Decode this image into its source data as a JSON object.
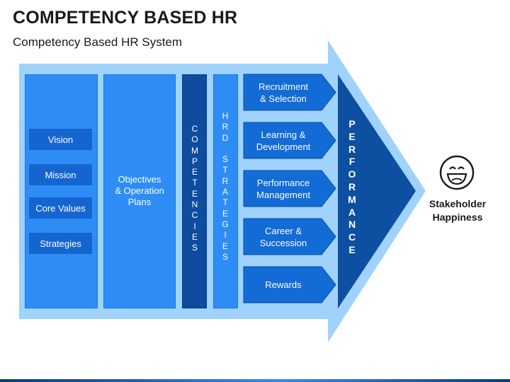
{
  "header": {
    "title": "COMPETENCY BASED HR",
    "subtitle": "Competency Based HR System"
  },
  "diagram": {
    "foundation_items": [
      "Vision",
      "Mission",
      "Core Values",
      "Strategies"
    ],
    "objectives_label": "Objectives\n& Operation\nPlans",
    "competencies_label": "COMPETENCIES",
    "hrd_strategies_lines": [
      "HRD",
      "STRATEGIES"
    ],
    "hr_processes": [
      "Recruitment\n& Selection",
      "Learning &\nDevelopment",
      "Performance\nManagement",
      "Career &\nSuccession",
      "Rewards"
    ],
    "performance_label": "PERFORMANCE",
    "outcome_label": "Stakeholder\nHappiness",
    "outcome_icon": "smiley-face-icon"
  },
  "colors": {
    "outer_arrow": "#9fd3fb",
    "column": "#2e8df5",
    "pill": "#1565d0",
    "dark_column": "#0d4c9e",
    "process_shape": "#136bd6",
    "performance_arrow": "#0d4fa0"
  }
}
